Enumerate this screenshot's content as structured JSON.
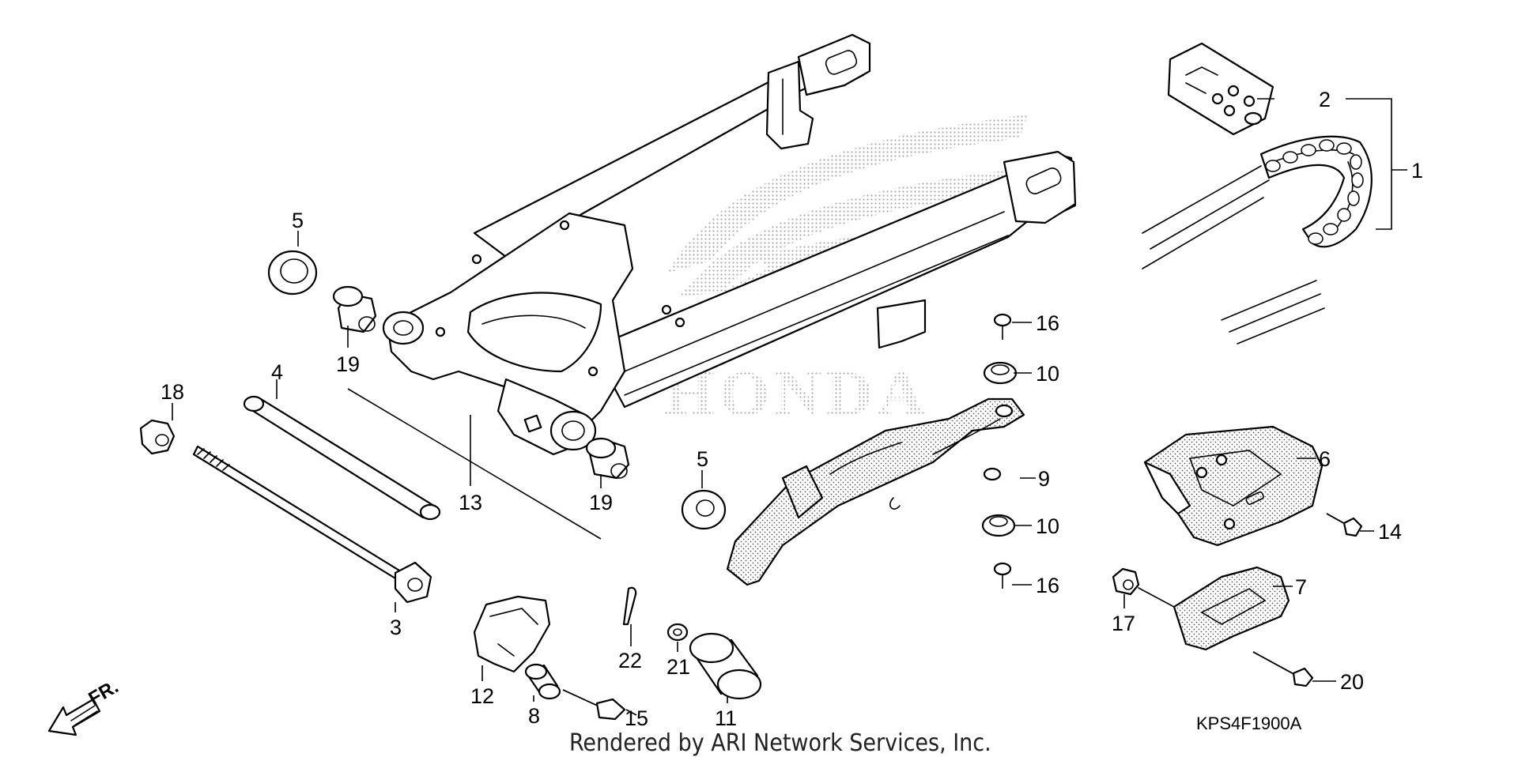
{
  "callouts": {
    "c1": "1",
    "c2": "2",
    "c3": "3",
    "c4": "4",
    "c5a": "5",
    "c5b": "5",
    "c6": "6",
    "c7": "7",
    "c8": "8",
    "c9": "9",
    "c10a": "10",
    "c10b": "10",
    "c11": "11",
    "c12": "12",
    "c13": "13",
    "c14": "14",
    "c15": "15",
    "c16a": "16",
    "c16b": "16",
    "c17": "17",
    "c18": "18",
    "c19a": "19",
    "c19b": "19",
    "c20": "20",
    "c21": "21",
    "c22": "22"
  },
  "direction_label": "FR.",
  "diagram_code": "KPS4F1900A",
  "footer": "Rendered by ARI Network Services, Inc.",
  "watermark_text": "HONDA",
  "colors": {
    "ink": "#000000",
    "background": "#ffffff",
    "watermark": "#9a9a9a"
  }
}
